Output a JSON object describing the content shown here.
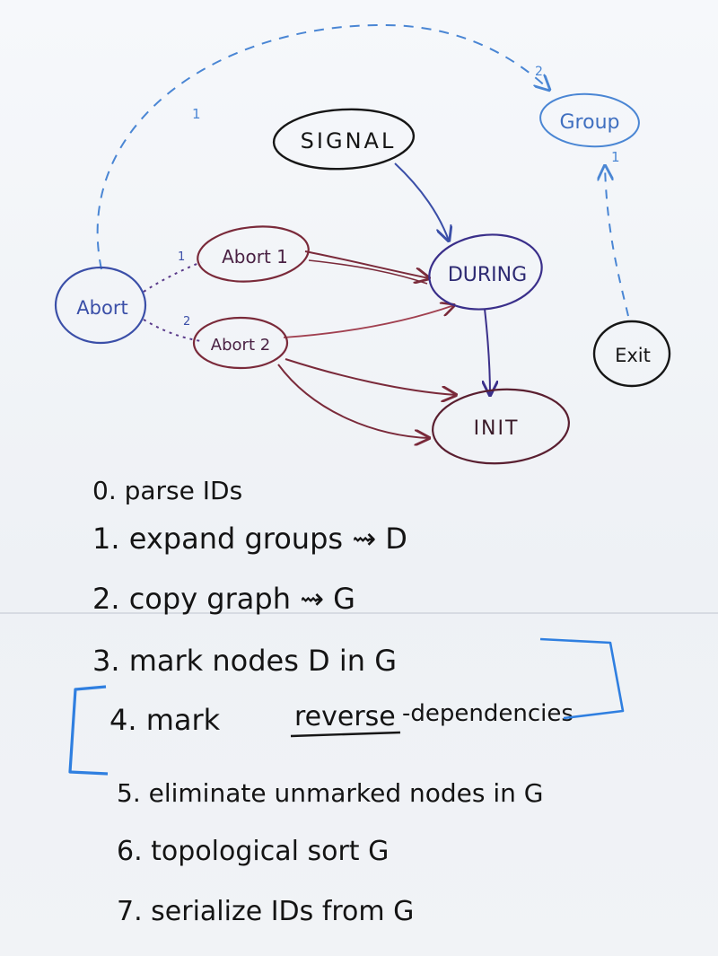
{
  "nodes": {
    "signal": "SIGNAL",
    "group": "Group",
    "abort1": "Abort 1",
    "during": "DURING",
    "abort": "Abort",
    "abort2": "Abort 2",
    "exit": "Exit",
    "init": "INIT"
  },
  "edge_labels": {
    "abort_to_group": "1",
    "group_arrow": "2",
    "exit_to_group": "1",
    "abort_to_abort1": "1",
    "abort_to_abort2": "2"
  },
  "steps": [
    {
      "label": "0. parse IDs"
    },
    {
      "label": "1. expand groups ⇝ D"
    },
    {
      "label": "2. copy graph ⇝ G"
    },
    {
      "label": "3. mark nodes D in G"
    },
    {
      "label": "4. mark",
      "emphasis": "reverse",
      "suffix": "-dependencies"
    },
    {
      "label": "5. eliminate unmarked nodes in G"
    },
    {
      "label": "6. topological sort G"
    },
    {
      "label": "7. serialize IDs from G"
    }
  ],
  "colors": {
    "ink_black": "#161616",
    "ink_blue": "#3b4fa8",
    "ink_light_blue": "#4a86d4",
    "ink_red": "#7a2a3a",
    "ink_purple": "#3a2f8a",
    "bracket_blue": "#2f7fe0"
  }
}
